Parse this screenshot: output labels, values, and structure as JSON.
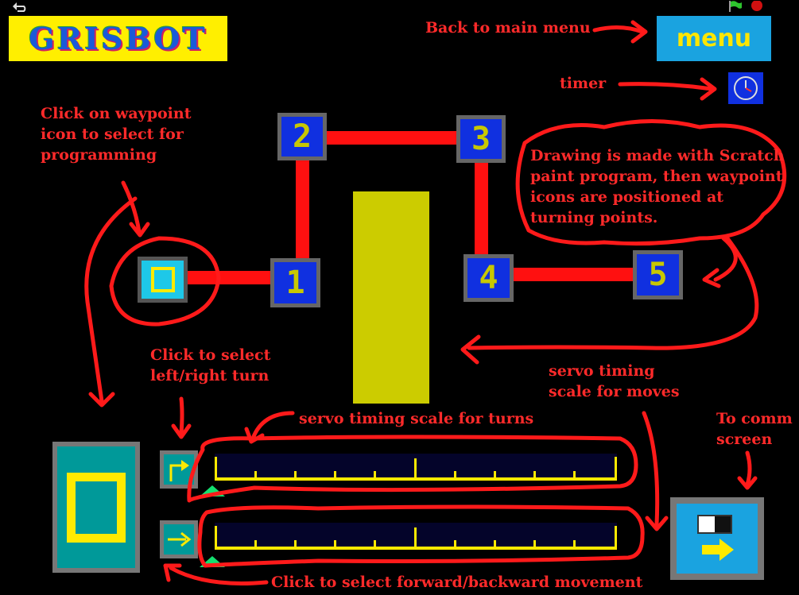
{
  "app": {
    "logo_text": "GRISBOT",
    "menu_label": "menu"
  },
  "waypoints": [
    {
      "label": "0",
      "selected": true
    },
    {
      "label": "1"
    },
    {
      "label": "2"
    },
    {
      "label": "3"
    },
    {
      "label": "4"
    },
    {
      "label": "5"
    }
  ],
  "selected_waypoint": {
    "label": "0"
  },
  "annotations": {
    "back_to_menu": "Back to main menu",
    "timer": "timer",
    "click_waypoint": [
      "Click on waypoint",
      "icon to select for",
      "programming"
    ],
    "drawing_note": [
      "Drawing is made with Scratch",
      "paint program, then waypoint",
      "icons are positioned at",
      "turning points."
    ],
    "select_turn": [
      "Click to select",
      "left/right turn"
    ],
    "servo_moves": [
      "servo timing",
      "scale for moves"
    ],
    "servo_turns": "servo timing scale for turns",
    "comm_screen": [
      "To comm",
      "screen"
    ],
    "select_movement": "Click to select forward/backward movement"
  },
  "scales": {
    "turn_value": 0,
    "move_value": 0
  },
  "colors": {
    "annotation": "#ff2a2a",
    "road": "#ff1010",
    "waypoint_fill": "#1030e0",
    "waypoint_digit": "#c8c800",
    "obstacle": "#cccc00",
    "scale_line": "#ffea00",
    "marker": "#14e070",
    "menu_bg": "#1aa3e0"
  }
}
